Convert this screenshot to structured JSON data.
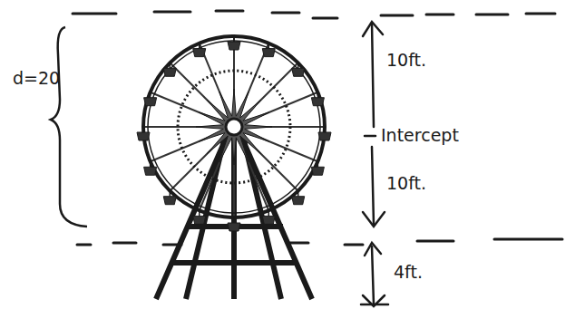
{
  "diagram": {
    "labels": [
      "d=20",
      "10ft.",
      "Intercept",
      "10ft.",
      "4ft."
    ]
  }
}
